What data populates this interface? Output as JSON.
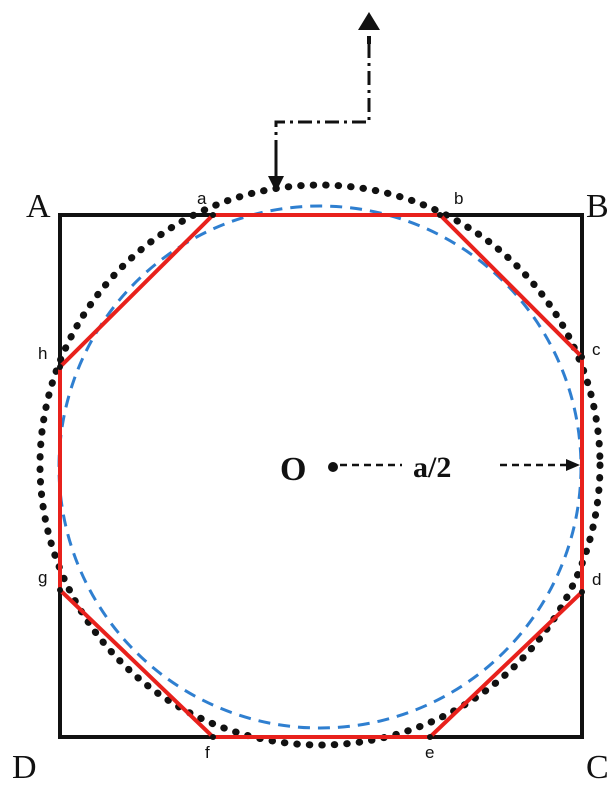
{
  "diagram": {
    "corner_labels": {
      "A": "A",
      "B": "B",
      "C": "C",
      "D": "D"
    },
    "vertex_labels": {
      "a": "a",
      "b": "b",
      "c": "c",
      "d": "d",
      "e": "e",
      "f": "f",
      "g": "g",
      "h": "h"
    },
    "center_label": "O",
    "radius_label": "a/2",
    "colors": {
      "square": "#111111",
      "octagon": "#e8211c",
      "inscribed_circle": "#2f7fd0",
      "outer_circle": "#111111",
      "arrows": "#111111"
    }
  }
}
